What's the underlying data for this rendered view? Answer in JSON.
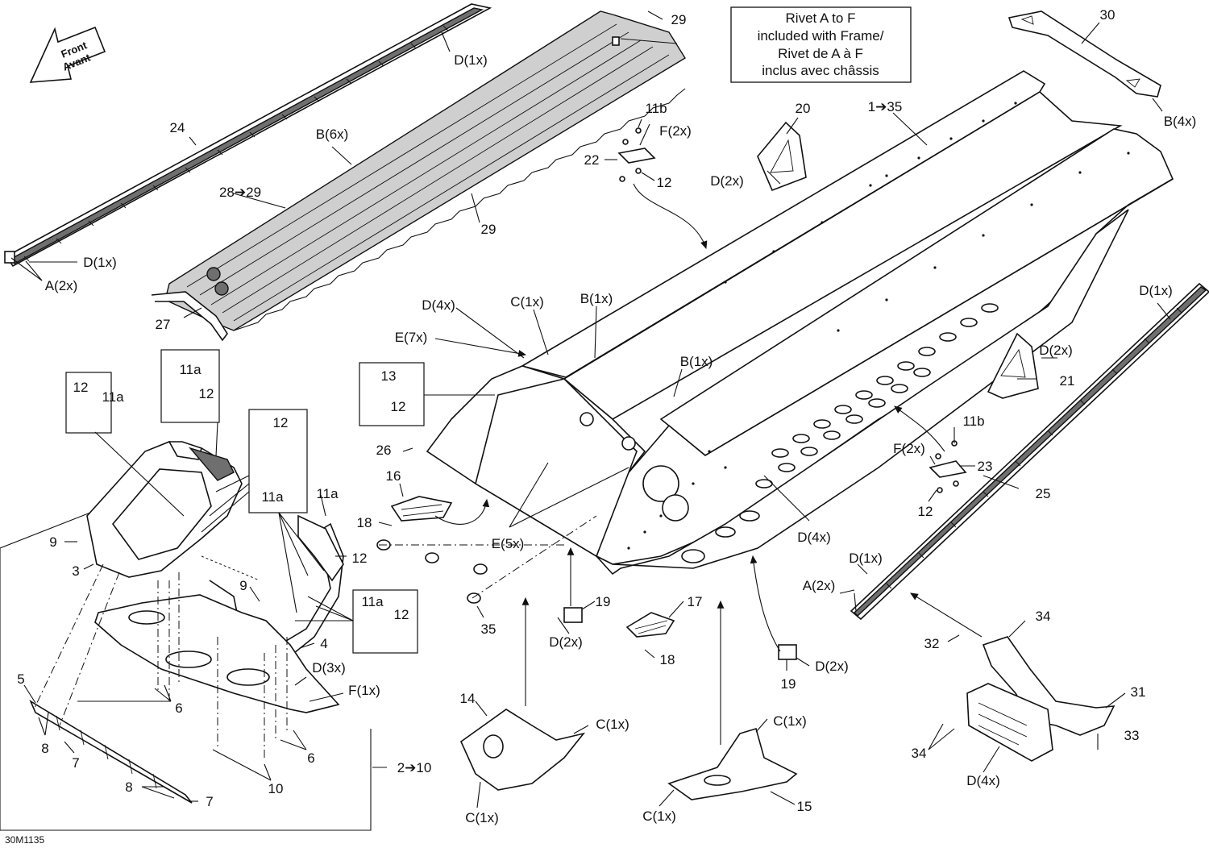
{
  "note": {
    "lines": [
      "Rivet A to F",
      "included with Frame/",
      "Rivet de A à F",
      "inclus avec châssis"
    ]
  },
  "arrow": {
    "line1": "Front",
    "line2": "Avant"
  },
  "drawing_ref": "30M1135",
  "callouts": {
    "c24": "24",
    "c_d1_top": "D(1x)",
    "c_d1_left": "D(1x)",
    "c_a2_left": "A(2x)",
    "c29_top": "29",
    "c29_mid": "29",
    "c_b6": "B(6x)",
    "c28_29": "28➔29",
    "c27": "27",
    "c30": "30",
    "c_b4": "B(4x)",
    "c1_35": "1➔35",
    "c11b_top": "11b",
    "c_f2_top": "F(2x)",
    "c22": "22",
    "c12_top": "12",
    "c20": "20",
    "c_d2_20": "D(2x)",
    "c_d4_top": "D(4x)",
    "c_c1_top": "C(1x)",
    "c_b1_a": "B(1x)",
    "c_b1_b": "B(1x)",
    "c_e7": "E(7x)",
    "c13": "13",
    "c12_box13": "12",
    "c26": "26",
    "c16": "16",
    "c18_a": "18",
    "c_e5": "E(5x)",
    "c12_box1": "12",
    "c11a_box1": "11a",
    "c11a_box2": "11a",
    "c12_box2": "12",
    "c12_box3": "12",
    "c11a_box3": "11a",
    "c11a_r": "11a",
    "c12_r": "12",
    "c9_a": "9",
    "c3": "3",
    "c9_b": "9",
    "c4": "4",
    "c11a_box4": "11a",
    "c12_box4": "12",
    "c5": "5",
    "c6_a": "6",
    "c_d3": "D(3x)",
    "c_f1": "F(1x)",
    "c8_a": "8",
    "c7_a": "7",
    "c6_b": "6",
    "c10": "10",
    "c8_b": "8",
    "c7_b": "7",
    "c2_10": "2➔10",
    "c35": "35",
    "c19_a": "19",
    "c_d2_19a": "D(2x)",
    "c17": "17",
    "c18_b": "18",
    "c19_b": "19",
    "c_d2_19b": "D(2x)",
    "c14": "14",
    "c_c1_14a": "C(1x)",
    "c_c1_14b": "C(1x)",
    "c_c1_15a": "C(1x)",
    "c_c1_15b": "C(1x)",
    "c15": "15",
    "c_d1_right": "D(1x)",
    "c_d2_21": "D(2x)",
    "c21": "21",
    "c11b_r": "11b",
    "c_f2_r": "F(2x)",
    "c23": "23",
    "c12_r2": "12",
    "c25": "25",
    "c_d4_mid": "D(4x)",
    "c_d1_r2": "D(1x)",
    "c_a2_right": "A(2x)",
    "c34_a": "34",
    "c32": "32",
    "c31": "31",
    "c34_b": "34",
    "c33": "33",
    "c_d4_bot": "D(4x)"
  }
}
